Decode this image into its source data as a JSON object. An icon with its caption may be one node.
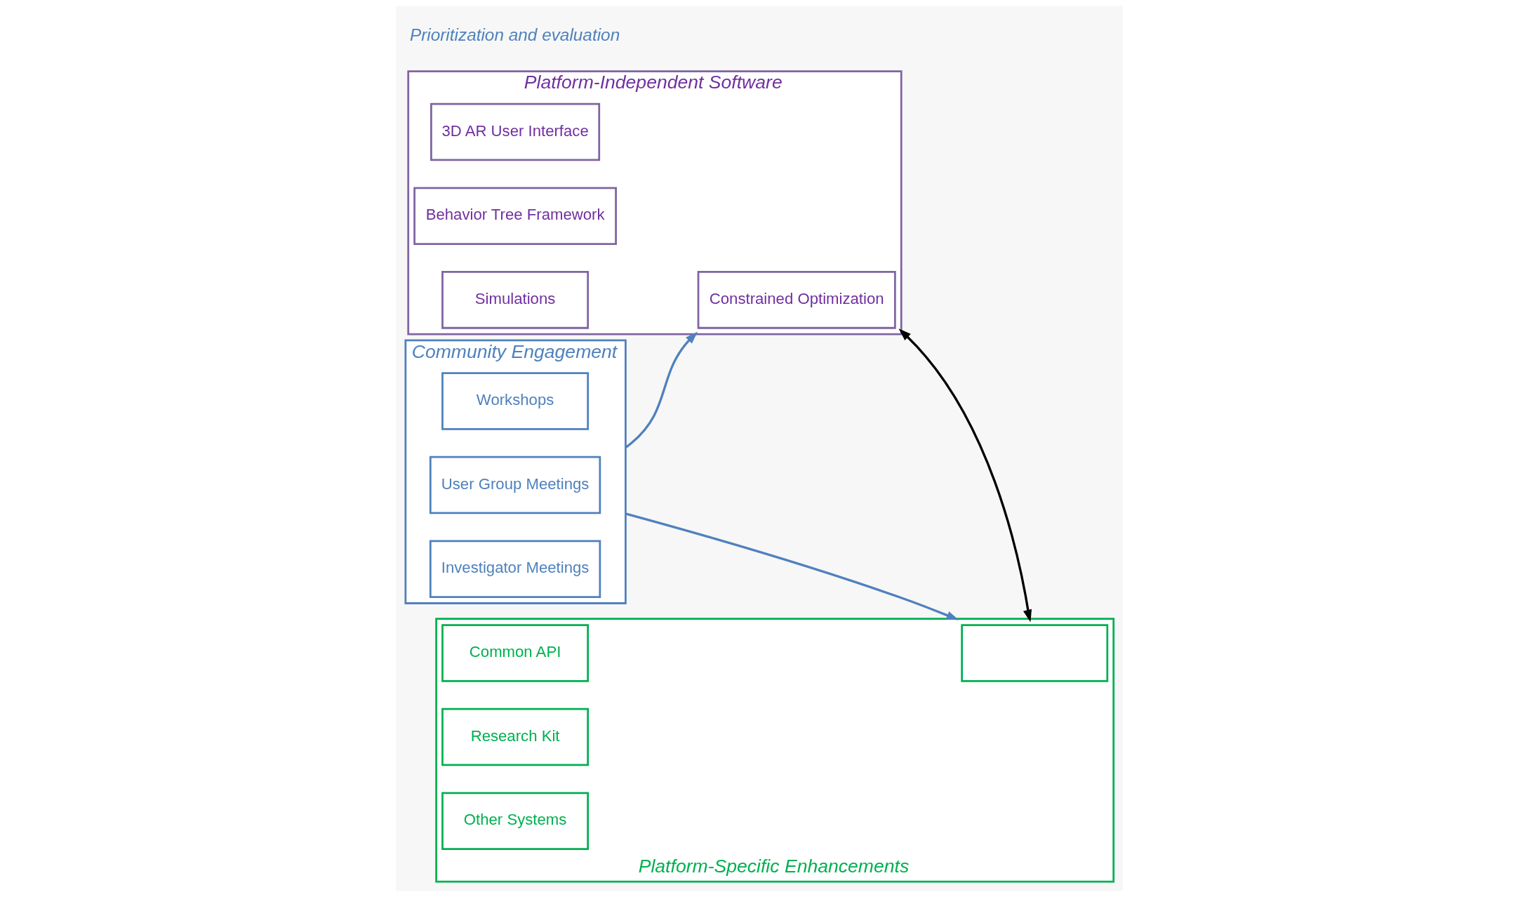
{
  "diagram": {
    "nodes": [
      {
        "text": [
          "Community Engagement"
        ]
      },
      {
        "text": [
          "Workshops"
        ],
        "in": 0
      },
      {
        "text": [
          "User Group Meetings"
        ],
        "in": 0
      },
      {
        "text": [
          "Investigator Meetings"
        ],
        "in": 0
      },
      {
        "text": [
          "Platform-Independent Software"
        ]
      },
      {
        "text": [
          "3D AR User Interface"
        ],
        "in": 4
      },
      {
        "text": [
          "Behavior Tree Framework"
        ],
        "in": 4
      },
      {
        "text": [
          "Constrained Optimization"
        ],
        "in": 4
      },
      {
        "text": [
          "Simulations"
        ],
        "in": 4
      },
      {
        "text": [
          "Platform-Specific Enhancements"
        ]
      },
      {
        "text": [
          "Common API"
        ],
        "in": 9
      },
      {
        "text": [
          "Research Kit"
        ],
        "in": 9
      },
      {
        "text": [],
        "shape": "box",
        "in": 9
      },
      {
        "text": [
          "Other Systems"
        ],
        "in": 9
      }
    ],
    "edges": [
      {
        "from": 0,
        "to": 4,
        "arrow": "to"
      },
      {
        "from": 0,
        "to": 9,
        "arrow": "to"
      },
      {
        "from": 4,
        "to": 9,
        "arrow": "both",
        "color": "#000000"
      }
    ],
    "labels": [
      "Prioritization and evaluation"
    ]
  }
}
